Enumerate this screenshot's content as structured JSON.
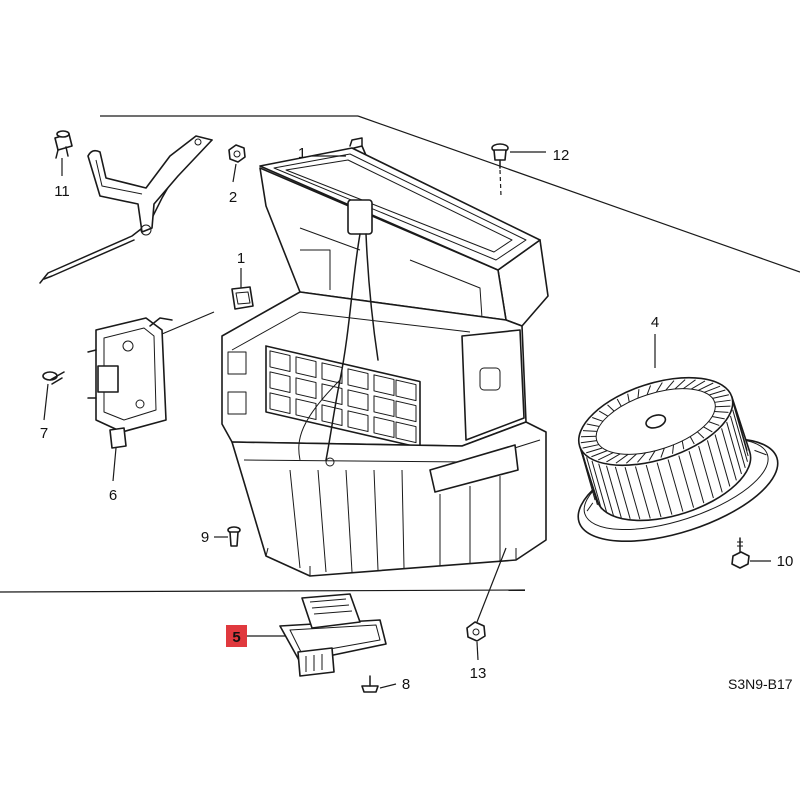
{
  "callouts": {
    "c1_top": "1",
    "c1_clip": "1",
    "c2": "2",
    "c4": "4",
    "c5": "5",
    "c6": "6",
    "c7": "7",
    "c8": "8",
    "c9": "9",
    "c10": "10",
    "c11": "11",
    "c12": "12",
    "c13": "13"
  },
  "diagram_code": "S3N9-B17",
  "highlight_color": "#e0393e"
}
